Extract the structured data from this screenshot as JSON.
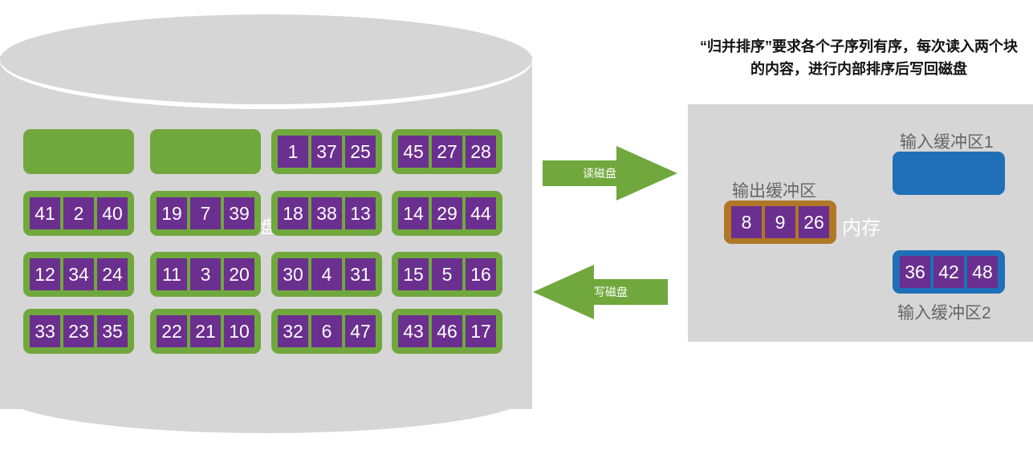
{
  "caption": "“归并排序”要求各个子序列有序，每次读入两个块的内容，进行内部排序后写回磁盘",
  "disk": {
    "label": "盘",
    "blocks": [
      [
        [],
        [],
        [
          "1",
          "37",
          "25"
        ],
        [
          "45",
          "27",
          "28"
        ]
      ],
      [
        [
          "41",
          "2",
          "40"
        ],
        [
          "19",
          "7",
          "39"
        ],
        [
          "18",
          "38",
          "13"
        ],
        [
          "14",
          "29",
          "44"
        ]
      ],
      [
        [
          "12",
          "34",
          "24"
        ],
        [
          "11",
          "3",
          "20"
        ],
        [
          "30",
          "4",
          "31"
        ],
        [
          "15",
          "5",
          "16"
        ]
      ],
      [
        [
          "33",
          "23",
          "35"
        ],
        [
          "22",
          "21",
          "10"
        ],
        [
          "32",
          "6",
          "47"
        ],
        [
          "43",
          "46",
          "17"
        ]
      ]
    ]
  },
  "arrows": {
    "read": "读磁盘",
    "write": "写磁盘"
  },
  "memory": {
    "label": "内存",
    "output_buffer": {
      "title": "输出缓冲区",
      "values": [
        "8",
        "9",
        "26"
      ]
    },
    "input_buffer_1": {
      "title": "输入缓冲区1",
      "values": []
    },
    "input_buffer_2": {
      "title": "输入缓冲区2",
      "values": [
        "36",
        "42",
        "48"
      ]
    }
  },
  "colors": {
    "block": "#70a83d",
    "cell": "#6b2f8f",
    "output_buffer": "#b07826",
    "input_buffer": "#1f70b8",
    "disk": "#d6d6d6"
  }
}
